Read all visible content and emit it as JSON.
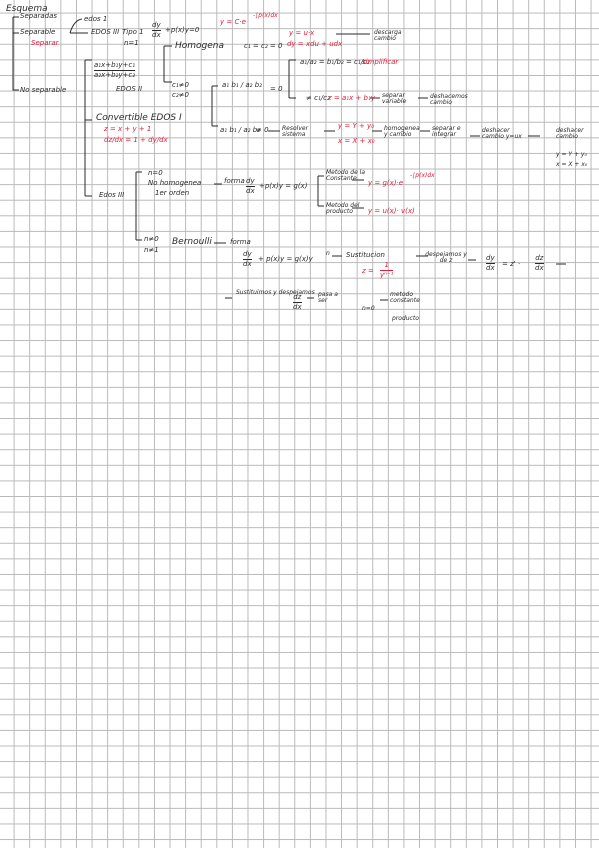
{
  "top": {
    "title": "Esquema",
    "separadas": "Separadas",
    "separable": "Separable",
    "separar": "Separar",
    "no_separable": "No separable"
  },
  "edos1": "edos 1",
  "tipo1": {
    "label": "EDOS III",
    "tipo": "Tipo 1",
    "n": "n=1",
    "eq_num": "dy",
    "eq_den": "dx",
    "eq_rest": "+p(x)y=0",
    "sol": "y = C·e",
    "sol_exp": "-∫p(x)dx"
  },
  "homogenea": {
    "label": "Homogena",
    "cond": "c₁ = c₂ = 0",
    "cambio1": "y = u·x",
    "cambio2": "dy = xdu + udx",
    "result": "descarga cambio"
  },
  "lineal": {
    "num": "a₁x+b₁y+c₁",
    "den": "a₂x+b₂y+c₂",
    "label": "EDOS II",
    "c_not_zero": "c₁≠0",
    "c2_not_zero": "c₂≠0",
    "det": "a₁ b₁ / a₂ b₂",
    "det_zero": "= 0",
    "det_nonzero": "≠ 0",
    "ratio1": "a₁/a₂ = b₁/b₂ = c₁/c₂",
    "simplify": "simplificar",
    "ratio2": "≠ c₁/c₂",
    "z_sub": "z = a₁x + b₁y",
    "separar_variable": "separar variable",
    "deshacemos": "deshacemos cambio",
    "resolver": "Resolver sistema",
    "sys1": "y = Y + y₀",
    "sys2": "x = X + x₀",
    "homogenea_cambio": "homogenea y cambio",
    "separar_integrar": "separar e integrar",
    "deshacer": "deshacer cambio y=ux",
    "deshacer2": "deshacer cambio",
    "final1": "y = Y + y₀",
    "final2": "x = X + x₀"
  },
  "convertible": {
    "label": "Convertible EDOS I",
    "z": "z = x + y + 1",
    "dz": "dz/dx = 1 + dy/dx"
  },
  "edos3": {
    "label": "Edos III",
    "n0": "n=0",
    "nohom": "No homogenea",
    "orden": "1er orden",
    "forma": "forma",
    "eq": "+p(x)y = g(x)",
    "metodo_constante": "Metodo de la Constante",
    "sol_constante": "y = g(x)·e",
    "sol_constante_exp": "-∫p(x)dx",
    "metodo_producto": "Metodo del producto",
    "sol_producto": "y = u(x)· v(x)",
    "n_ne0": "n≠0",
    "n_ne1": "n≠1",
    "bernoulli": "Bernoulli",
    "forma2": "forma",
    "eq2": "+ p(x)y = g(x)y",
    "eq2_exp": "n",
    "sustitucion": "Sustitucion",
    "z_sub": "z =",
    "z_num": "1",
    "z_den": "yⁿ⁻¹",
    "despejamos": "despejamos y de z",
    "dydx_eq": "= z' ·",
    "sustituimos": "Sustituimos y despejamos",
    "pasa": "pasa a ser",
    "n0b": "n=0",
    "metodo_const": "metodo constante",
    "producto": "producto",
    "d": "dy",
    "dx": "dx",
    "dz": "dz"
  }
}
